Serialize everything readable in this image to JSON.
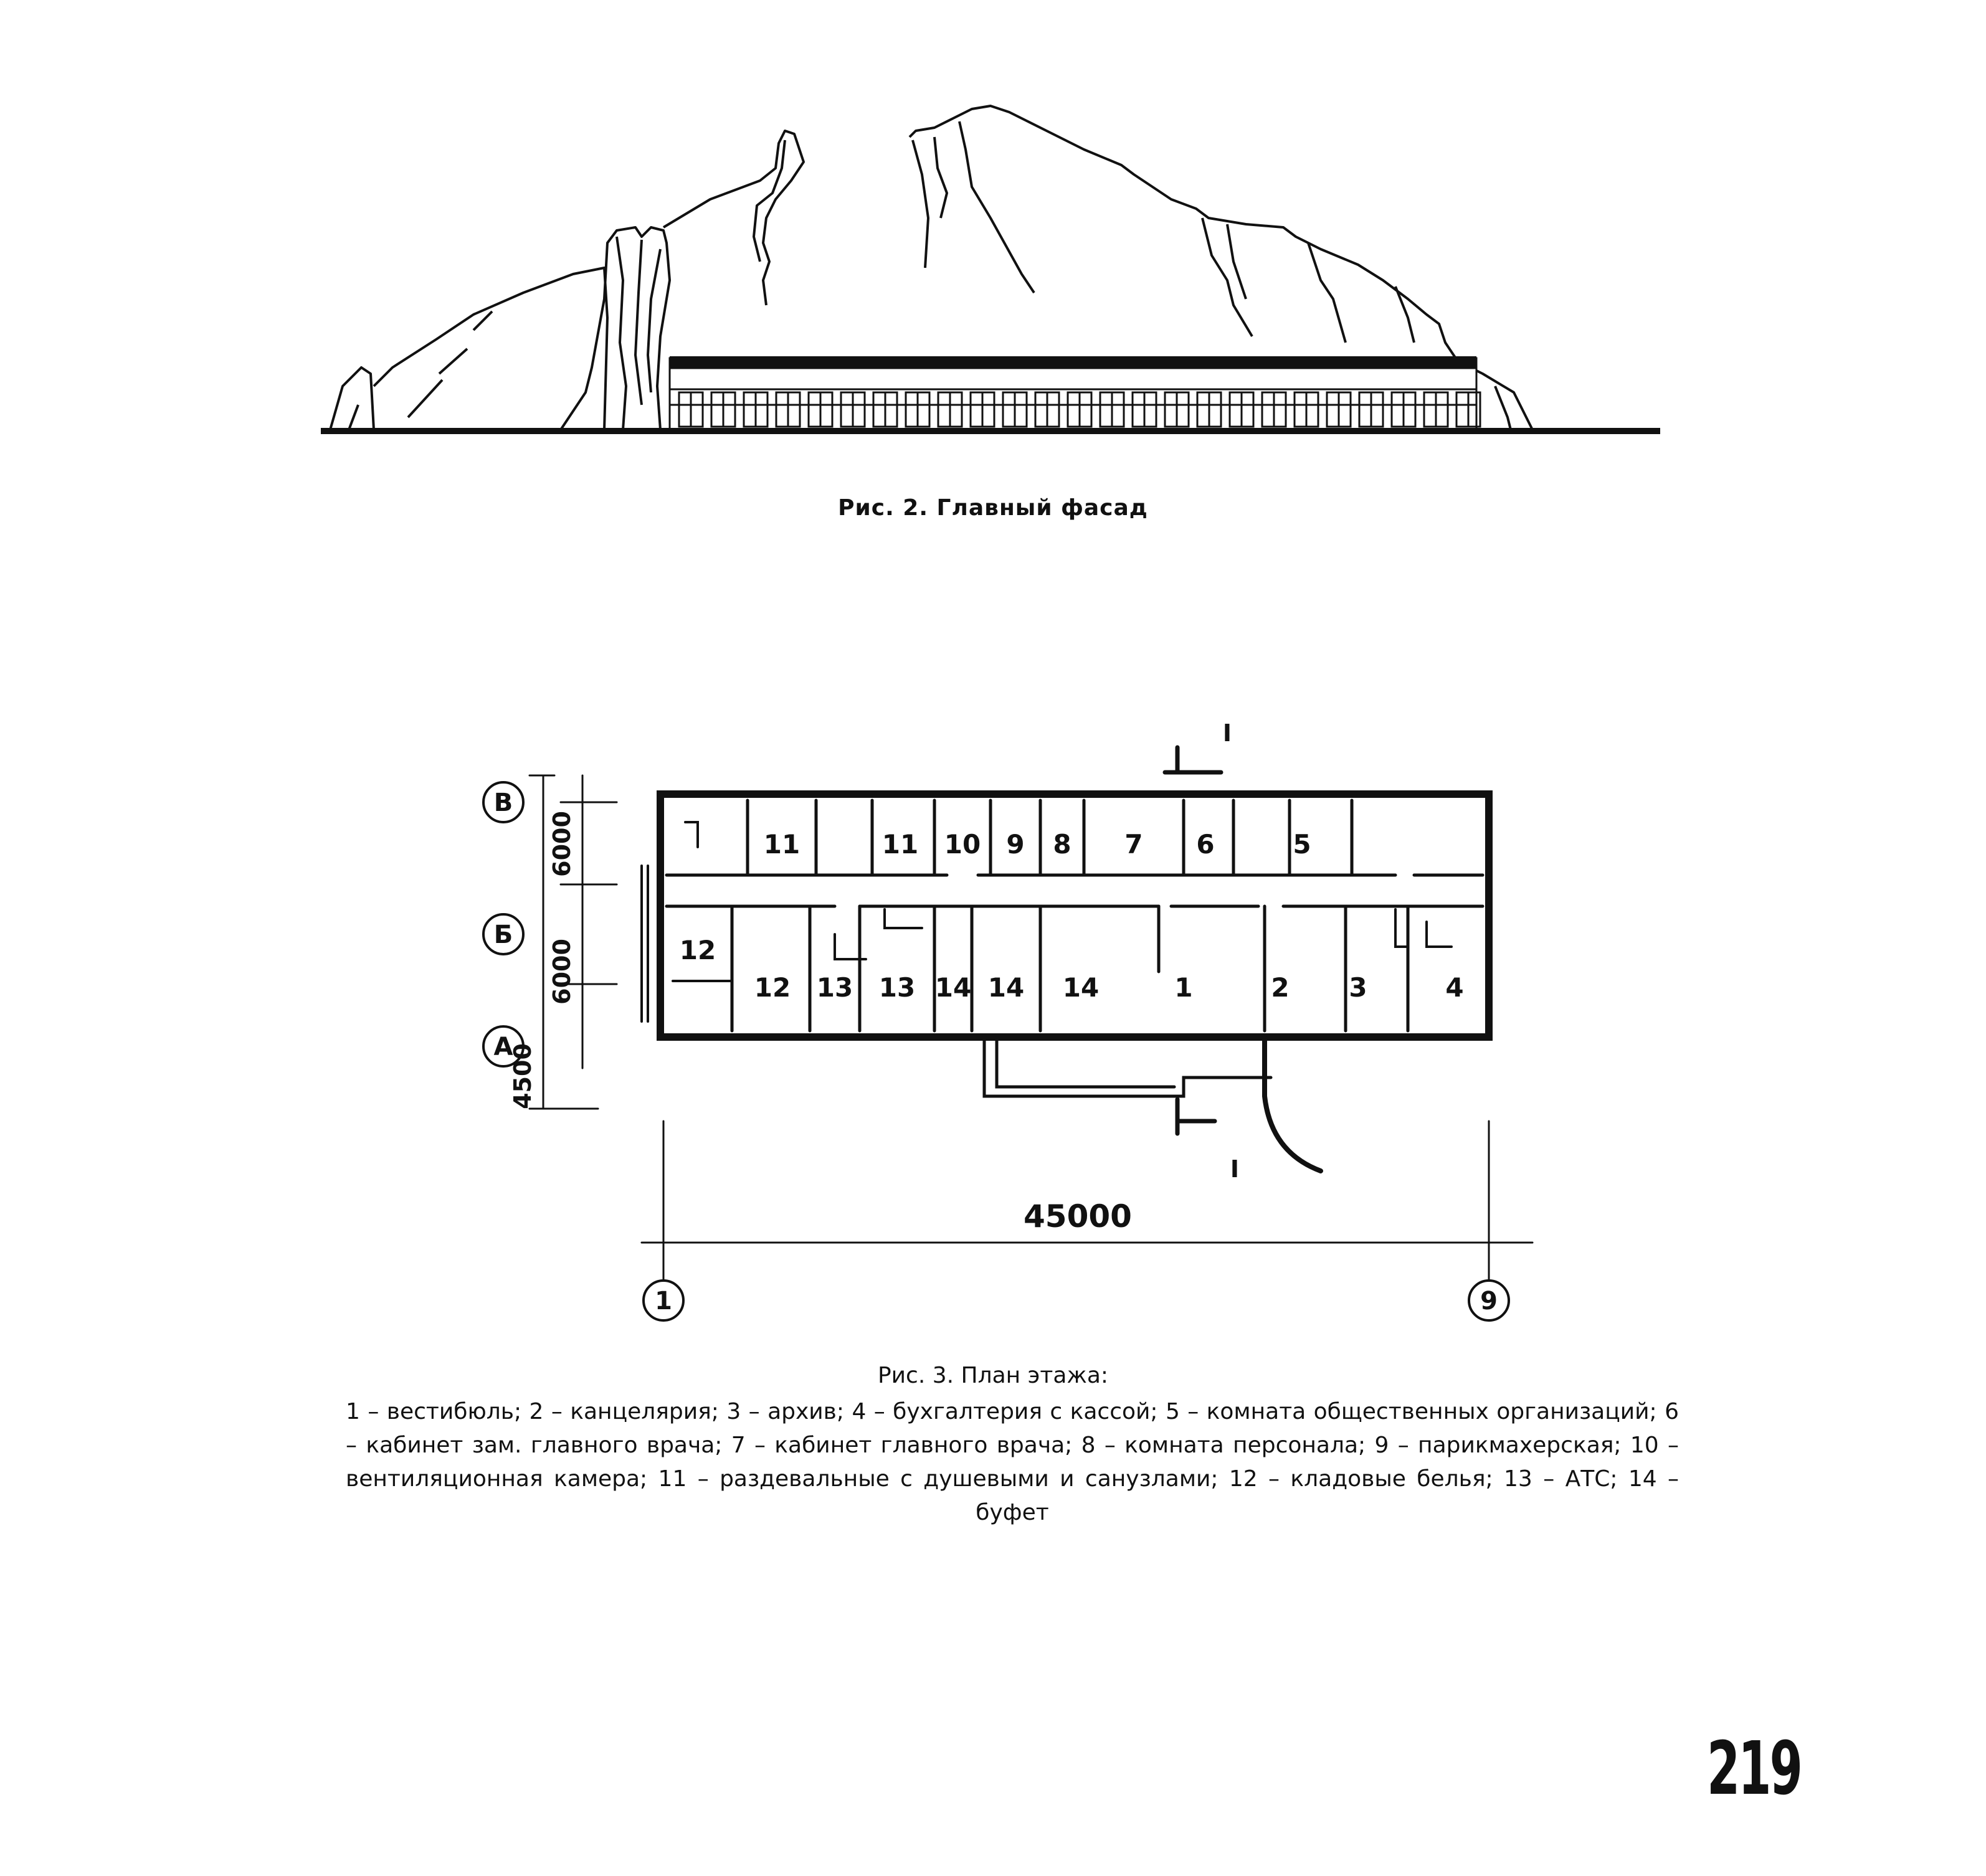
{
  "figure2": {
    "caption": "Рис. 2. Главный фасад"
  },
  "figure3": {
    "caption": "Рис. 3. План этажа:",
    "legend": "1 – вестибюль; 2 – канцелярия; 3 – архив; 4 – бухгалтерия с кассой; 5 – комната общественных организаций; 6 – кабинет зам. главного врача; 7 – кабинет главного врача; 8 – комната персонала; 9 – парикмахерская; 10 – вентиляционная камера; 11 – раздевальные с душевыми и санузлами; 12 – кладовые белья; 13 – АТС; 14 – буфет",
    "axes_rows": [
      "В",
      "Б",
      "А"
    ],
    "axes_cols": [
      "1",
      "9"
    ],
    "dims": {
      "row1": "6000",
      "row2": "6000",
      "bottom": "4500",
      "overall": "45000"
    },
    "section_mark": "I",
    "rooms_top": [
      "11",
      "11",
      "10",
      "9",
      "8",
      "7",
      "6",
      "5"
    ],
    "rooms_bottom": [
      "12",
      "12",
      "13",
      "13",
      "14",
      "14",
      "14",
      "1",
      "2",
      "3",
      "4"
    ]
  },
  "page_number": "219"
}
